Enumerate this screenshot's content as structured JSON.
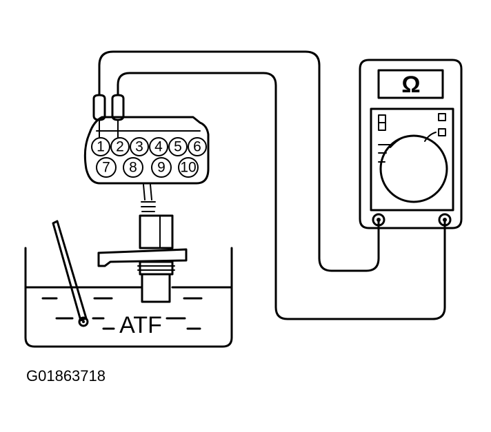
{
  "connector": {
    "pins": [
      "1",
      "2",
      "3",
      "4",
      "5",
      "6",
      "7",
      "8",
      "9",
      "10"
    ]
  },
  "meter": {
    "symbol": "Ω"
  },
  "container": {
    "fluid_label": "ATF"
  },
  "figure_id": "G01863718"
}
